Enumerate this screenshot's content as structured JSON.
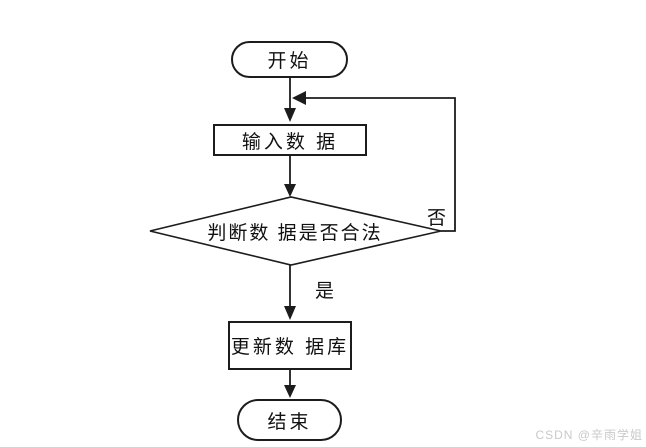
{
  "flowchart": {
    "nodes": {
      "start": {
        "label": "开始",
        "shape": "stadium"
      },
      "input": {
        "label": "输入数 据",
        "shape": "rectangle"
      },
      "decision": {
        "label": "判断数 据是否合法",
        "shape": "diamond"
      },
      "update": {
        "label": "更新数 据库",
        "shape": "rectangle"
      },
      "end": {
        "label": "结束",
        "shape": "stadium"
      }
    },
    "edge_labels": {
      "yes": "是",
      "no": "否"
    },
    "colors": {
      "line": "#1c1c1c",
      "node_border": "#1c1c1c",
      "node_fill": "#ffffff",
      "text": "#111111",
      "background": "#ffffff",
      "watermark": "#c9c9c9"
    }
  },
  "watermark": {
    "text": "CSDN @辛雨学姐"
  }
}
